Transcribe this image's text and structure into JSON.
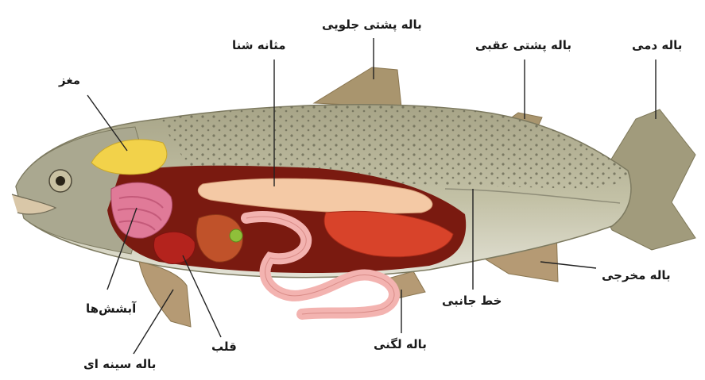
{
  "labels": {
    "front_dorsal_fin": "باله پشتی جلویی",
    "swim_bladder": "مثانه شنا",
    "rear_dorsal_fin": "باله پشتی عقبی",
    "caudal_fin": "باله دمی",
    "brain": "مغز",
    "gills": "آبشش‌ها",
    "heart": "قلب",
    "pectoral_fin": "باله سینه ای",
    "pelvic_fin": "باله لگنی",
    "lateral_line": "خط جانبی",
    "anal_fin": "باله مخرجی"
  },
  "colors": {
    "body": "#b9b79a",
    "belly": "#dddccd",
    "spots": "#6b6a55",
    "fins": "#b59a74",
    "swim_bladder": "#f4c9a5",
    "intestine": "#f3b3b0",
    "liver": "#d8432a",
    "brain": "#f2d24a",
    "gills": "#e07a98",
    "heart": "#b4231d",
    "stomach": "#c0522a",
    "cavity": "#7a1a10"
  }
}
